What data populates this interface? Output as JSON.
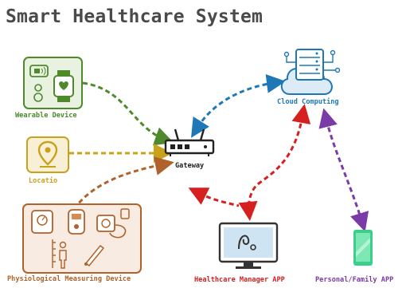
{
  "title": "Smart Healthcare System",
  "nodes": {
    "wearable": {
      "label": "Wearable Device",
      "color": "#4e8a2c"
    },
    "location": {
      "label": "Locatio",
      "color": "#c9a21a"
    },
    "physiological": {
      "label": "Physiological Measuring Device",
      "color": "#b0622a"
    },
    "gateway": {
      "label": "Gateway",
      "color": "#222222"
    },
    "cloud": {
      "label": "Cloud Computing",
      "color": "#1e78b8"
    },
    "manager_app": {
      "label": "Healthcare Manager APP",
      "color": "#d62020"
    },
    "family_app": {
      "label": "Personal/Family APP",
      "color": "#7a3aa8"
    }
  },
  "icons": {
    "wearable": "smartwatch-icon",
    "location": "location-pin-icon",
    "physiological": "medical-devices-icon",
    "gateway": "router-icon",
    "cloud": "cloud-server-icon",
    "manager_app": "monitor-icon",
    "family_app": "smartphone-icon"
  }
}
